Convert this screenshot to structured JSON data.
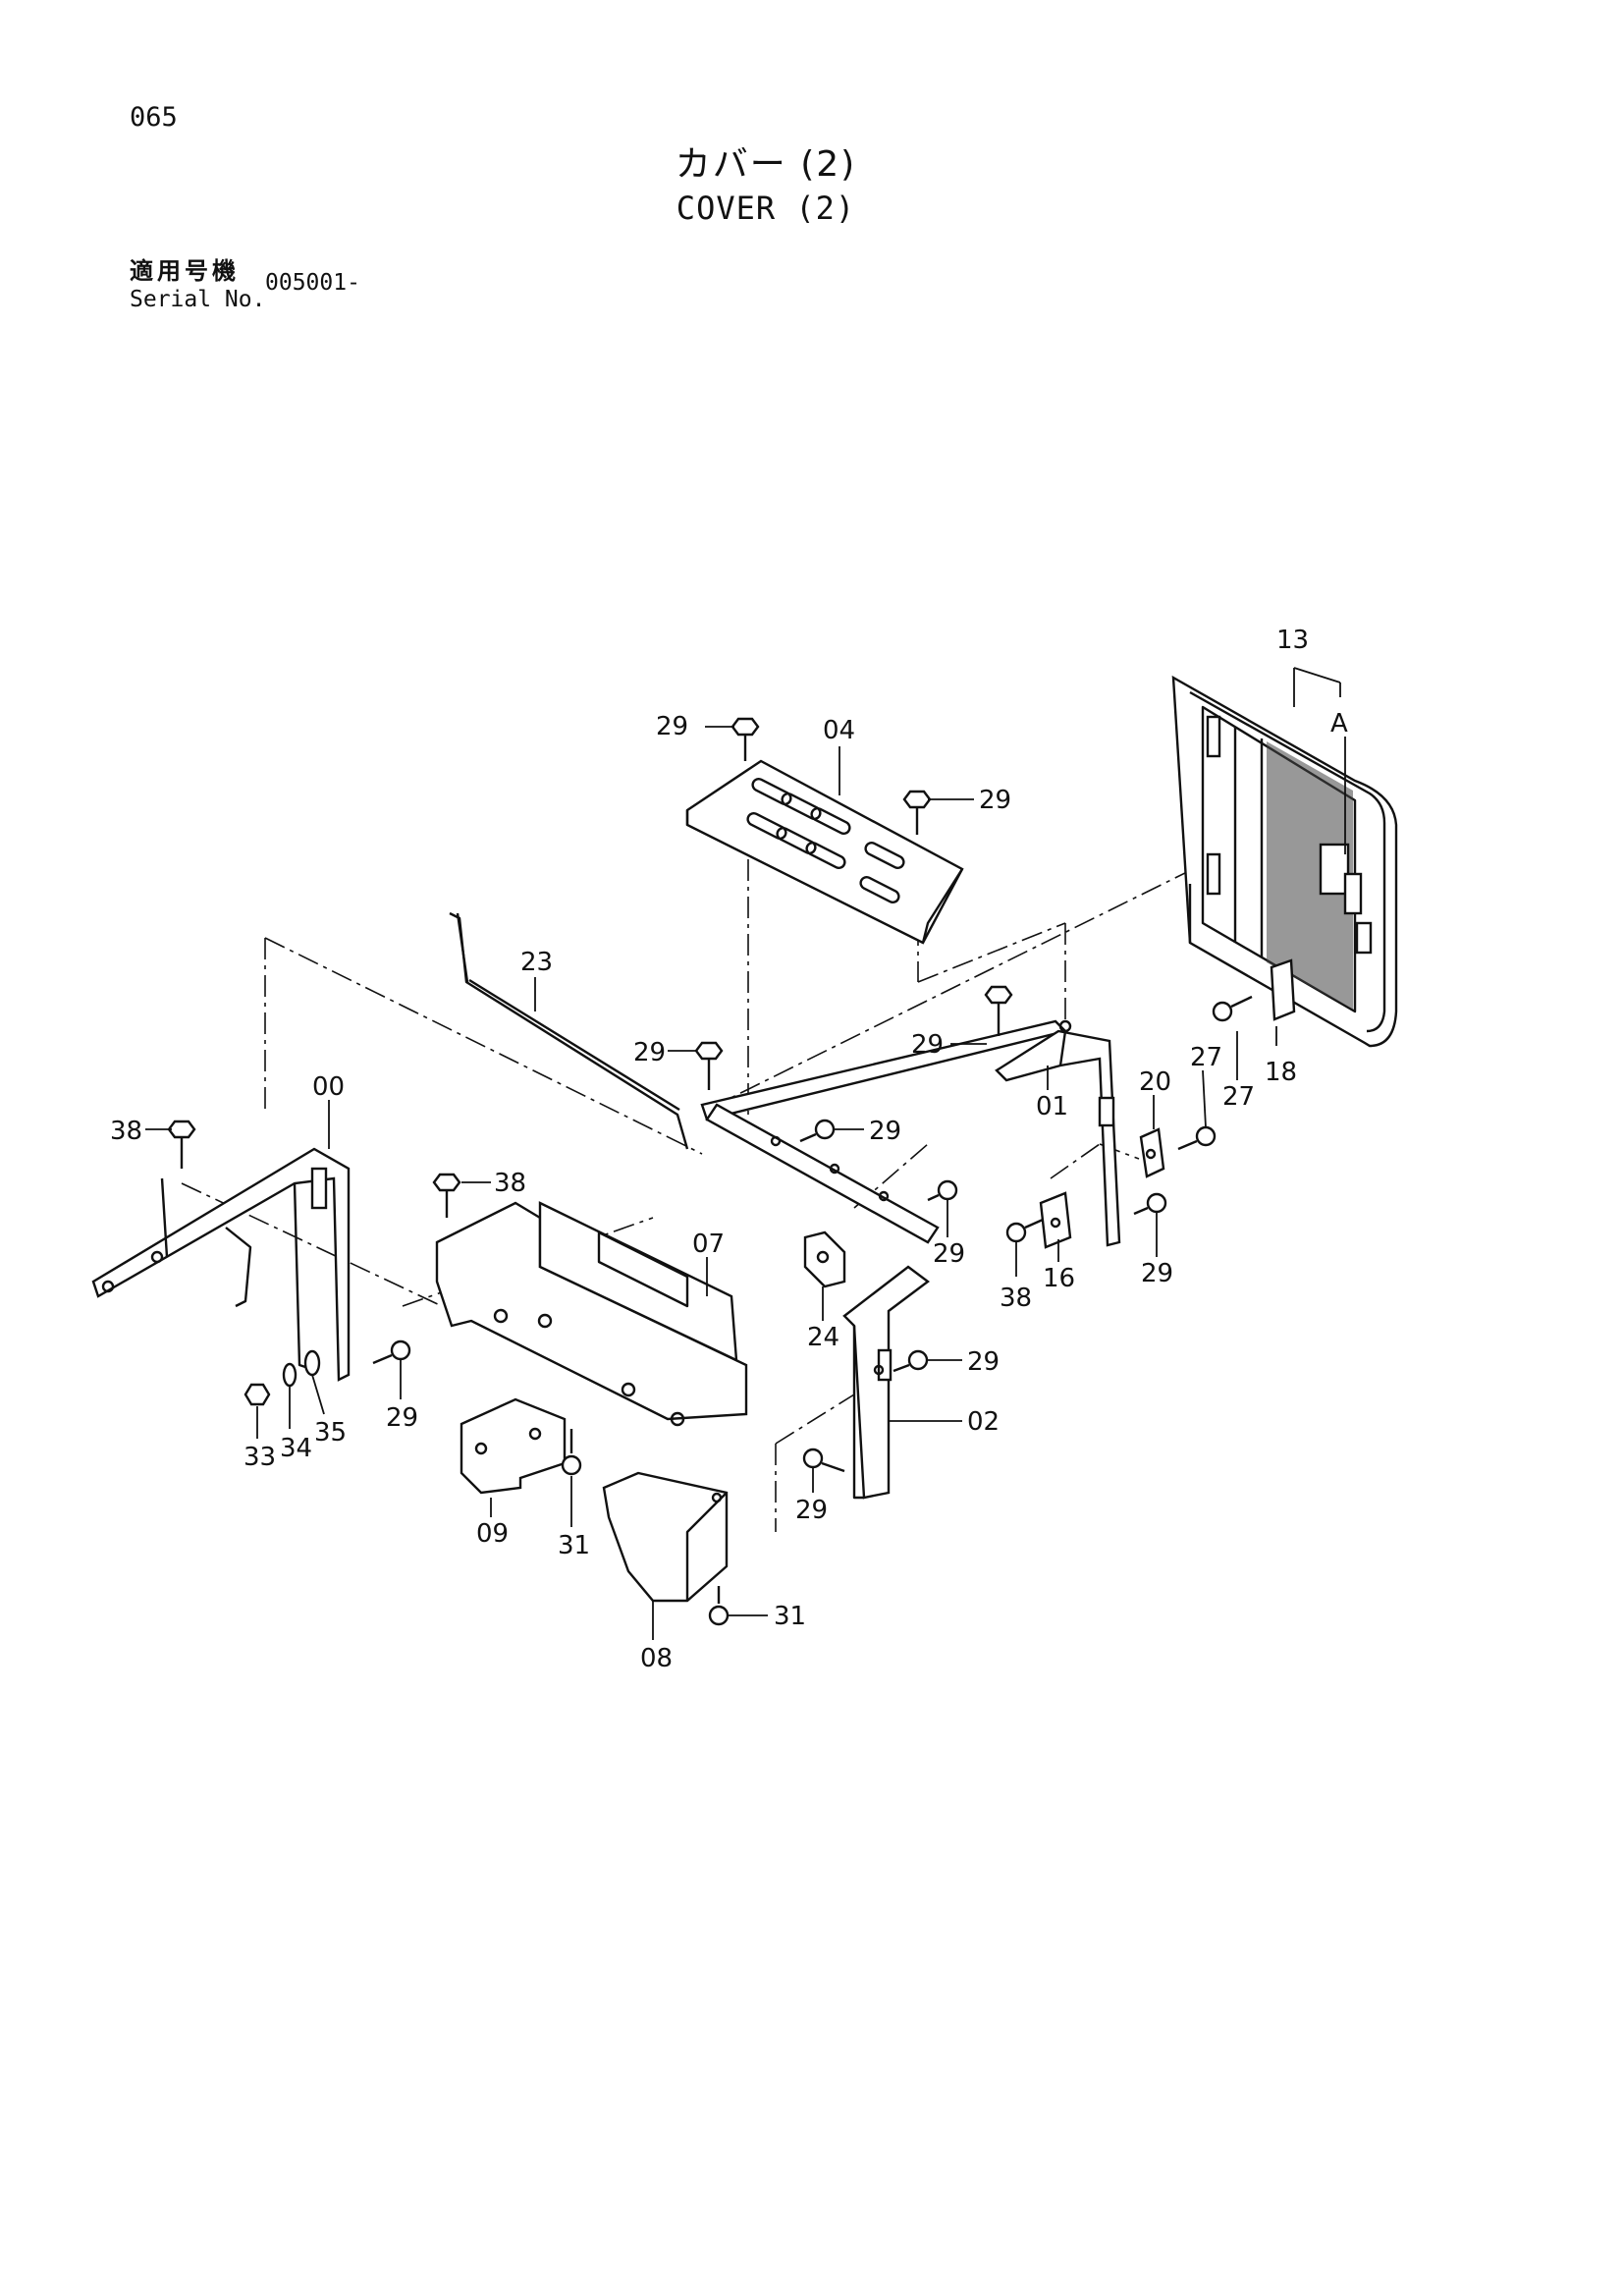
{
  "header": {
    "page_number": "065",
    "title_jp": "カバー (2)",
    "title_en": "COVER (2)",
    "serial_label_jp": "適用号機",
    "serial_label_en": "Serial No.",
    "serial_value": "005001-"
  },
  "callouts": {
    "p13": "13",
    "pA": "A",
    "p04": "04",
    "p29a": "29",
    "p29b": "29",
    "p23": "23",
    "p29c": "29",
    "p29d": "29",
    "p01": "01",
    "p27a": "27",
    "p27b": "27",
    "p18": "18",
    "p20": "20",
    "p00": "00",
    "p38a": "38",
    "p38b": "38",
    "p29e": "29",
    "p07": "07",
    "p29f": "29",
    "p29g": "29",
    "p16": "16",
    "p38c": "38",
    "p24": "24",
    "p29h": "29",
    "p02": "02",
    "p33": "33",
    "p34": "34",
    "p35": "35",
    "p29i": "29",
    "p09": "09",
    "p31a": "31",
    "p29j": "29",
    "p08": "08",
    "p31b": "31"
  }
}
